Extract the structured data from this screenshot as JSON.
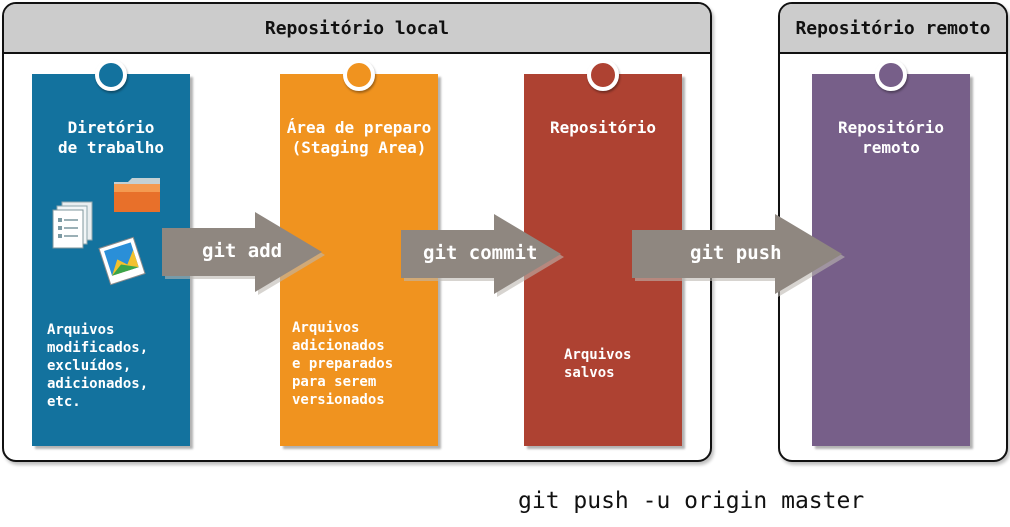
{
  "groups": {
    "local": {
      "title": "Repositório local"
    },
    "remote": {
      "title": "Repositório remoto"
    }
  },
  "columns": {
    "working": {
      "title": "Diretório\nde trabalho",
      "description": "Arquivos\nmodificados,\nexcluídos,\nadicionados,\netc.",
      "color": "#13729e",
      "icons": [
        "documents-icon",
        "folder-icon",
        "image-icon"
      ]
    },
    "staging": {
      "title": "Área de preparo\n(Staging Area)",
      "description": "Arquivos\nadicionados\ne preparados\npara serem\nversionados",
      "color": "#f0931f"
    },
    "repository": {
      "title": "Repositório",
      "description": "Arquivos\nsalvos",
      "color": "#ae4232"
    },
    "remote": {
      "title": "Repositório\nremoto",
      "color": "#775f89"
    }
  },
  "arrows": {
    "add": {
      "label": "git add"
    },
    "commit": {
      "label": "git commit"
    },
    "push": {
      "label": "git push"
    }
  },
  "command": "git push -u origin master"
}
